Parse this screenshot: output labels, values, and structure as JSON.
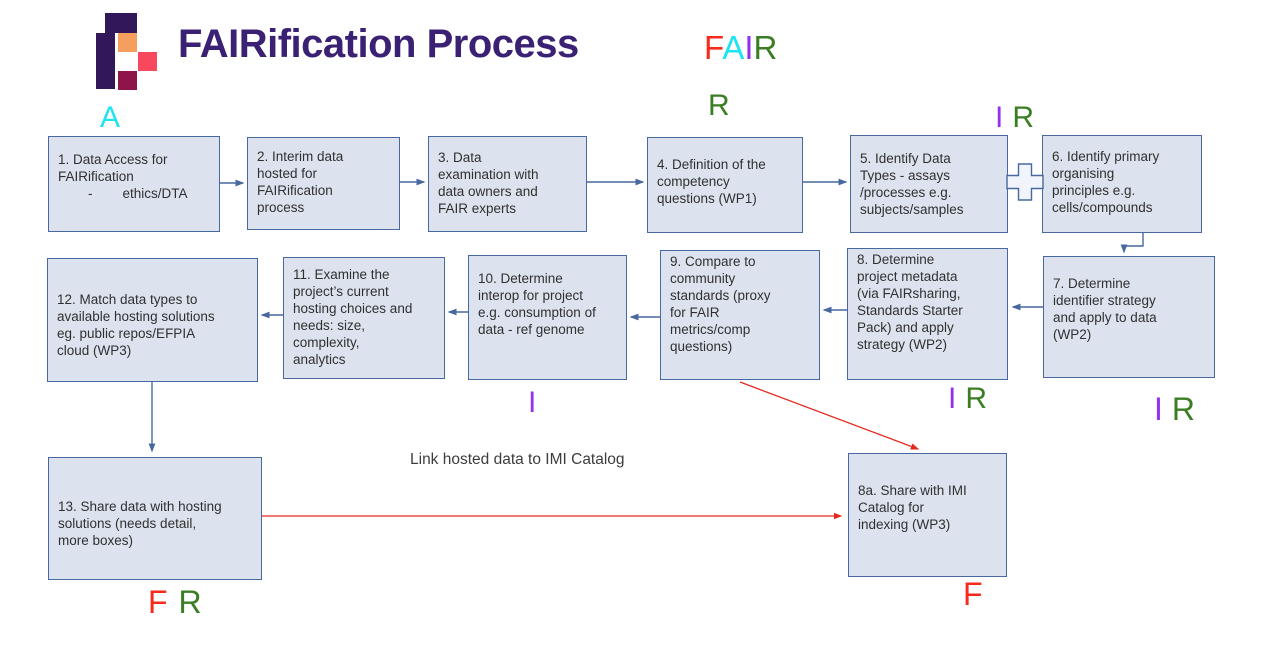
{
  "page": {
    "title": "FAIRification Process"
  },
  "header_fair": {
    "f": "F",
    "a": "A",
    "i": "I",
    "r": "R"
  },
  "annotations": {
    "logo_a": "A",
    "r_above_box4": "R",
    "ir_above_box5": {
      "i": "I",
      "r": "R"
    },
    "ir_below_box8": {
      "i": "I",
      "r": "R"
    },
    "ir_below_box7": {
      "i": "I",
      "r": "R"
    },
    "i_below_box10": "I",
    "fr_below_box13": {
      "f": "F",
      "r": "R"
    },
    "f_below_box8a": "F"
  },
  "link_label": "Link hosted data to IMI Catalog",
  "boxes": {
    "b1": {
      "text": "1. Data Access for\nFAIRification\n        -        ethics/DTA"
    },
    "b2": {
      "text": "2. Interim data\nhosted for\nFAIRification\nprocess"
    },
    "b3": {
      "text": "3. Data\nexamination with\ndata owners and\nFAIR experts"
    },
    "b4": {
      "text": "4. Definition of the\ncompetency\nquestions (WP1)"
    },
    "b5": {
      "text": "5. Identify Data\nTypes - assays\n/processes e.g.\nsubjects/samples"
    },
    "b6": {
      "text": "6. Identify primary\norganising\nprinciples e.g.\ncells/compounds"
    },
    "b7": {
      "text": "7. Determine\nidentifier strategy\nand apply to data\n(WP2)"
    },
    "b8": {
      "text": "8. Determine\nproject metadata\n(via FAIRsharing,\nStandards Starter\nPack) and apply\nstrategy (WP2)"
    },
    "b9": {
      "text": "9. Compare to\ncommunity\nstandards (proxy\nfor FAIR\nmetrics/comp\nquestions)"
    },
    "b10": {
      "text": "10. Determine\ninterop for project\ne.g. consumption of\ndata - ref genome"
    },
    "b11": {
      "text": "11. Examine the\nproject’s current\nhosting choices and\nneeds: size,\ncomplexity,\nanalytics"
    },
    "b12": {
      "text": "12. Match data types to\navailable hosting solutions\neg. public repos/EFPIA\ncloud (WP3)"
    },
    "b13": {
      "text": "13. Share data with hosting\nsolutions (needs detail,\nmore boxes)"
    },
    "b8a": {
      "text": "8a. Share with IMI\nCatalog for\nindexing (WP3)"
    }
  },
  "colors": {
    "letter_f": "#f92a1c",
    "letter_a": "#1de4f2",
    "letter_i": "#9430f0",
    "letter_r": "#3a7d22",
    "title": "#3a2173",
    "box_fill": "#dce3ee",
    "box_border": "#47699f",
    "arrow_blue": "#47699f",
    "arrow_red": "#e5291f",
    "logo_purple": "#32175a",
    "logo_orange": "#f59e5d",
    "logo_red": "#f8485e",
    "logo_maroon": "#8f1449"
  }
}
